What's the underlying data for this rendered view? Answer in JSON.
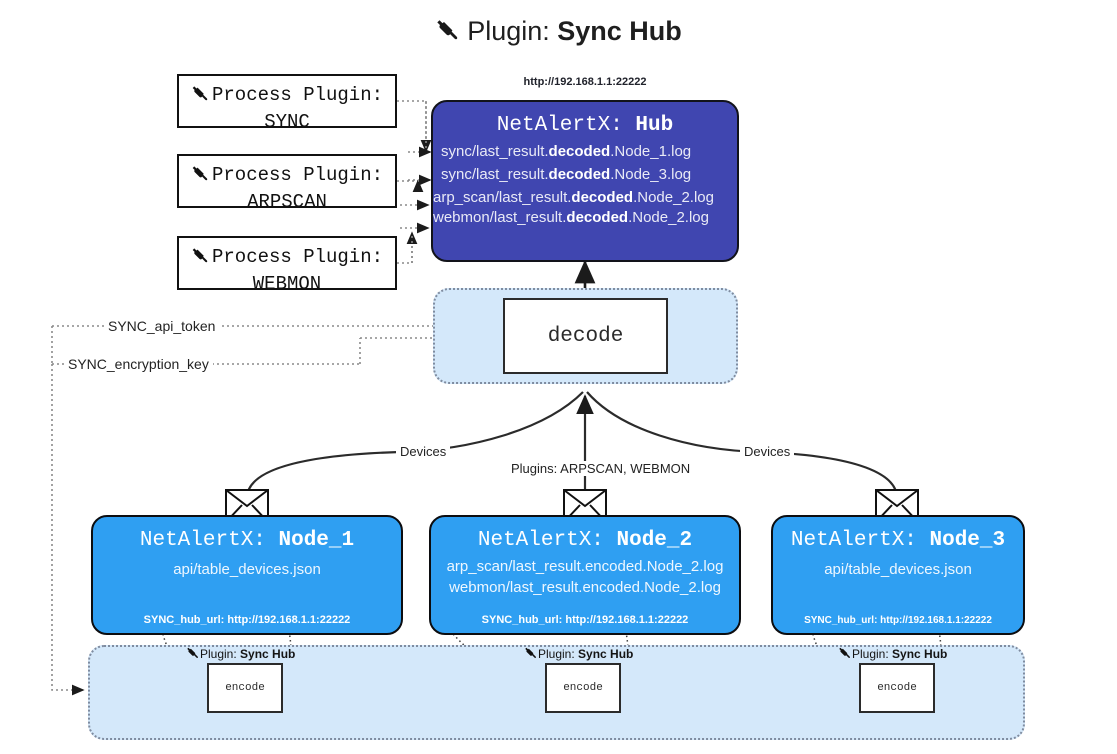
{
  "title": {
    "prefix": "Plugin: ",
    "name": "Sync Hub",
    "icon": "plug-icon"
  },
  "colors": {
    "hub": "#4046b0",
    "node": "#2f9ff2",
    "panel": "#d4e8fa",
    "stroke": "#2b2b2b"
  },
  "process_plugins": [
    {
      "line1": "Process Plugin:",
      "line2": "SYNC",
      "icon": "plug-icon"
    },
    {
      "line1": "Process Plugin:",
      "line2": "ARPSCAN",
      "icon": "plug-icon"
    },
    {
      "line1": "Process Plugin:",
      "line2": "WEBMON",
      "icon": "plug-icon"
    }
  ],
  "hub": {
    "url": "http://192.168.1.1:22222",
    "title_prefix": "NetAlertX: ",
    "title_name": "Hub",
    "logs": [
      {
        "pre": "sync/last_result.",
        "mid": "decoded",
        "post": ".Node_1.log"
      },
      {
        "pre": "sync/last_result.",
        "mid": "decoded",
        "post": ".Node_3.log"
      },
      {
        "pre": "arp_scan/last_result.",
        "mid": "decoded",
        "post": ".Node_2.log"
      },
      {
        "pre": "webmon/last_result.",
        "mid": "decoded",
        "post": ".Node_2.log"
      }
    ]
  },
  "decode": {
    "label": "decode"
  },
  "settings": [
    {
      "label": "SYNC_api_token"
    },
    {
      "label": "SYNC_encryption_key"
    }
  ],
  "edge_labels": {
    "devices_left": "Devices",
    "devices_right": "Devices",
    "plugins_center": "Plugins: ARPSCAN, WEBMON"
  },
  "nodes": [
    {
      "title_prefix": "NetAlertX: ",
      "title_name": "Node_1",
      "payloads": [
        "api/table_devices.json"
      ],
      "footer": "SYNC_hub_url: http://192.168.1.1:22222",
      "envelope_icon": "envelope-icon"
    },
    {
      "title_prefix": "NetAlertX: ",
      "title_name": "Node_2",
      "payloads": [
        "arp_scan/last_result.encoded.Node_2.log",
        "webmon/last_result.encoded.Node_2.log"
      ],
      "footer": "SYNC_hub_url: http://192.168.1.1:22222",
      "envelope_icon": "envelope-icon"
    },
    {
      "title_prefix": "NetAlertX: ",
      "title_name": "Node_3",
      "payloads": [
        "api/table_devices.json"
      ],
      "footer": "SYNC_hub_url: http://192.168.1.1:22222",
      "envelope_icon": "envelope-icon"
    }
  ],
  "encoders": [
    {
      "plugin_prefix": "Plugin: ",
      "plugin_name": "Sync Hub",
      "label": "encode",
      "icon": "plug-icon"
    },
    {
      "plugin_prefix": "Plugin: ",
      "plugin_name": "Sync Hub",
      "label": "encode",
      "icon": "plug-icon"
    },
    {
      "plugin_prefix": "Plugin: ",
      "plugin_name": "Sync Hub",
      "label": "encode",
      "icon": "plug-icon"
    }
  ]
}
